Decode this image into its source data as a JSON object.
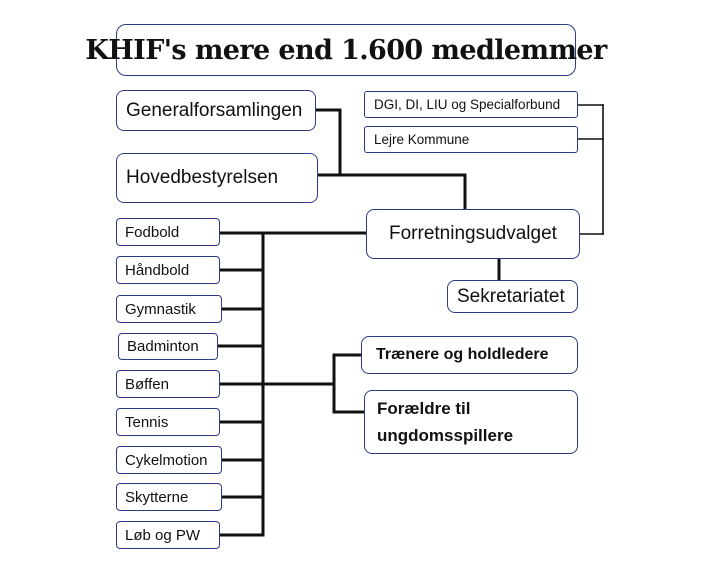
{
  "title": "KHIF's mere end 1.600 medlemmer",
  "governance": {
    "general_assembly": "Generalforsamlingen",
    "main_board": "Hovedbestyrelsen",
    "executive_committee": "Forretningsudvalget",
    "secretariat": "Sekretariatet"
  },
  "external": {
    "federations": "DGI, DI, LIU og Specialforbund",
    "municipality": "Lejre Kommune"
  },
  "departments": [
    "Fodbold",
    "Håndbold",
    "Gymnastik",
    "Badminton",
    "Bøffen",
    "Tennis",
    "Cykelmotion",
    "Skytterne",
    "Løb og PW"
  ],
  "volunteers": {
    "coaches": "Trænere og holdledere",
    "parents": "Forældre til ungdomsspillere"
  }
}
